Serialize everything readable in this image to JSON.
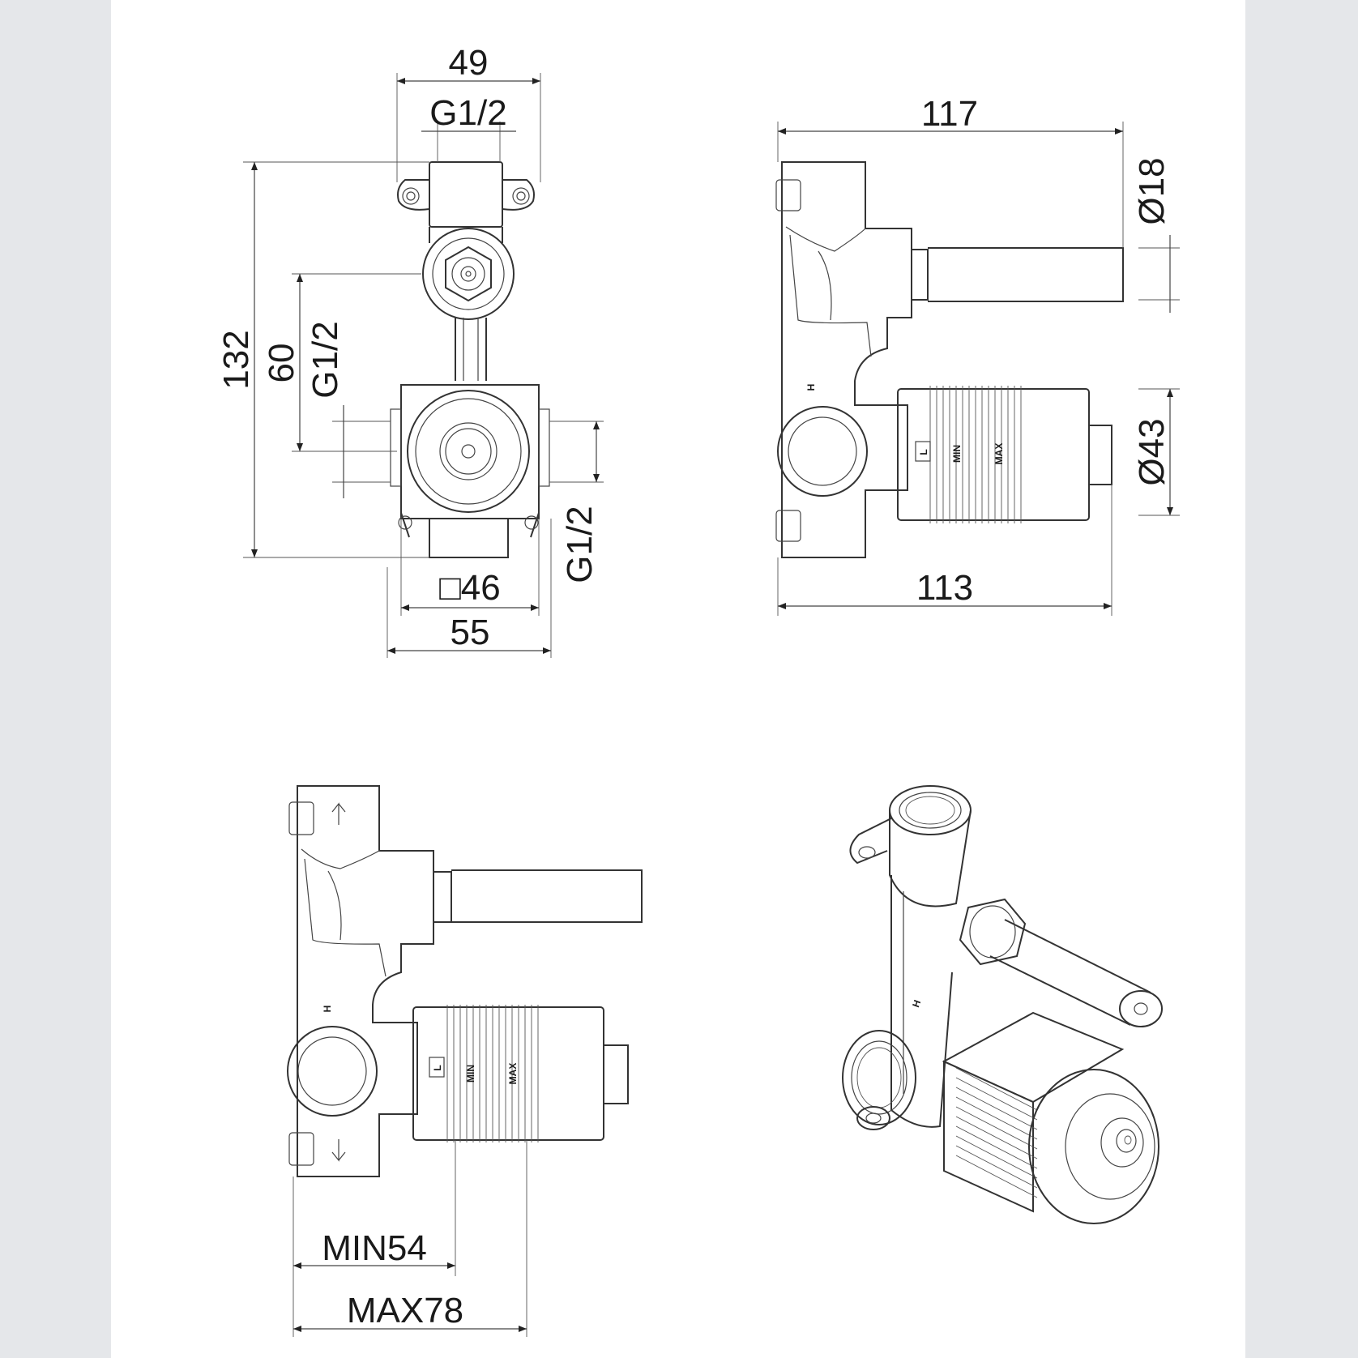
{
  "front_view": {
    "dim_49": "49",
    "dim_g12_top": "G1/2",
    "dim_132": "132",
    "dim_60": "60",
    "dim_g12_left": "G1/2",
    "dim_g12_right": "G1/2",
    "dim_square46": "□46",
    "dim_55": "55"
  },
  "side_view": {
    "dim_117": "117",
    "dim_113": "113",
    "dim_d18": "Ø18",
    "dim_d43": "Ø43",
    "mark_h": "H",
    "mark_l": "L",
    "mark_min": "MIN",
    "mark_max": "MAX"
  },
  "install_view": {
    "mark_h": "H",
    "mark_l": "L",
    "mark_min": "MIN",
    "mark_max": "MAX",
    "dim_min54": "MIN54",
    "dim_max78": "MAX78"
  },
  "iso_view": {
    "mark_h": "H"
  }
}
